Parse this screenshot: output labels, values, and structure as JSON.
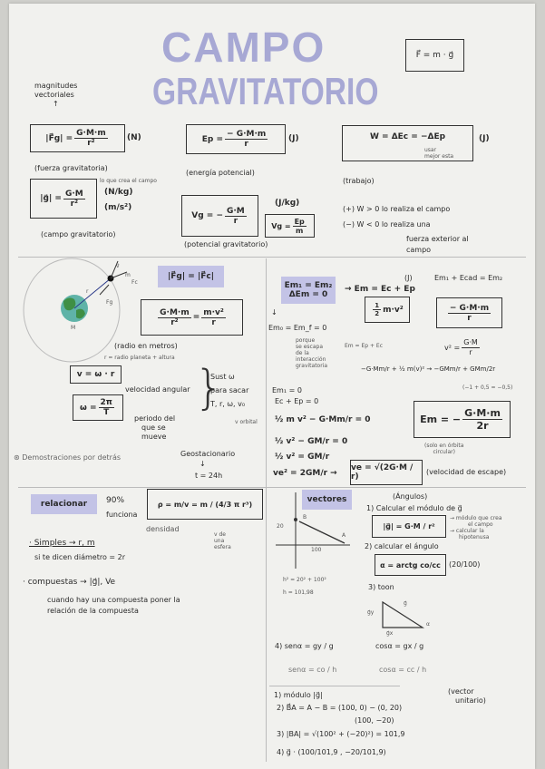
{
  "title": {
    "line1": "CAMPO",
    "line2": "GRAVITATORIO"
  },
  "colors": {
    "title": "#a7a8d4",
    "highlight": "#c3c3e6",
    "earth_land": "#3f8f45",
    "earth_water": "#5fb3a8",
    "ink": "#2a2a2a"
  },
  "corner_formula": "F⃗ = m · g⃗",
  "magnitudes": {
    "line1": "magnitudes",
    "line2": "vectoriales",
    "arrow": "↑"
  },
  "fg": {
    "lhs": "|F⃗g| =",
    "num": "G·M·m",
    "den": "r²",
    "unit": "(N)",
    "caption": "(fuerza gravitatoria)"
  },
  "ep": {
    "lhs": "Ep =",
    "num": "− G·M·m",
    "den": "r",
    "unit": "(J)",
    "caption": "(energía potencial)"
  },
  "w": {
    "formula": "W = ΔEc = −ΔEp",
    "note1": "usar",
    "note2": "mejor esta",
    "unit": "(J)",
    "caption": "(trabajo)"
  },
  "g": {
    "lhs": "|g⃗| =",
    "num": "G·M",
    "den": "r²",
    "note1": "lo que crea el",
    "note2": "campo",
    "unit1": "(N/kg)",
    "unit2": "(m/s²)",
    "caption": "(campo gravitatorio)"
  },
  "vg": {
    "lhs": "Vg = −",
    "num": "G·M",
    "den": "r",
    "unit": "(J/kg)",
    "alt_lhs": "Vg =",
    "alt_num": "Ep",
    "alt_den": "m",
    "caption": "(potencial gravitatorio)"
  },
  "work_sign": {
    "pos": "(+) W > 0   lo realiza el campo",
    "neg": "(−) W < 0   lo realiza una",
    "neg2": "fuerza exterior al",
    "neg3": "campo"
  },
  "orbit": {
    "m_label": "m",
    "M_label": "M",
    "r_label": "r",
    "fc_label": "Fc",
    "fg_label": "Fg",
    "v_label": "v⃗"
  },
  "fg_fc": {
    "label": "|F⃗g| = |F⃗c|",
    "lhs_num": "G·M·m",
    "lhs_den": "r²",
    "rhs_num": "m·v²",
    "rhs_den": "r",
    "note1": "(radio en metros)",
    "note2": "r = radio planeta + altura"
  },
  "angular": {
    "v_formula": "v = ω · r",
    "v_note": "velocidad angular",
    "w_lhs": "ω =",
    "w_num": "2π",
    "w_den": "T",
    "w_note1": "periodo del",
    "w_note2": "que se",
    "w_note3": "mueve"
  },
  "sust": {
    "l1": "Sust  ω",
    "l2": "para sacar",
    "l3": "T, r, ω, v₀",
    "l4": "v orbital"
  },
  "demos": "⊛ Demostraciones   por detrás",
  "geo": {
    "label": "Geostacionario",
    "arrow": "↓",
    "value": "t = 24h"
  },
  "energy": {
    "hl1": "Em₁ = Em₂",
    "hl2": "ΔEm = 0",
    "em_def": "→ Em = Ec + Ep",
    "unit": "(J)",
    "em_sum": "Em₁ + Ecad = Em₂",
    "kin_num": "1",
    "kin_den": "2",
    "kin_rest": "m·v²",
    "pot_num": "− G·M·m",
    "pot_den": "r",
    "arrow": "↓",
    "em0": "Em₀ = Em_f  = 0",
    "why1": "porque",
    "why2": "se escapa",
    "why3": "de la",
    "why4": "interacción",
    "why5": "gravitatoria",
    "em_eq": "Em = Ep + Ec",
    "v2": "v² =",
    "v2_num": "G·M",
    "v2_den": "r",
    "expr": "−G·Mm/r  +  ½ m(v)²  →  −GMm/r + GMm/2r",
    "calc": "(−1 + 0,5 = −0,5)",
    "result_lhs": "Em = −",
    "result_num": "G·M·m",
    "result_den": "2r",
    "result_note1": "(solo en órbita",
    "result_note2": "circular)"
  },
  "escape": {
    "s1": "Em₁ = 0",
    "s2": "Ec + Ep = 0",
    "s3": "½ m v² − G·Mm/r = 0",
    "s4": "½ v² − GM/r = 0",
    "s5": "½ v² = GM/r",
    "s6": "ve² = 2GM/r →",
    "box": "ve = √(2G·M / r)",
    "caption": "(velocidad de escape)"
  },
  "density": {
    "hl": "relacionar",
    "pct": "90%",
    "works": "funciona",
    "formula": "ρ = m/v = m / (4/3 π r³)",
    "density_label": "densidad",
    "sphere1": "v de",
    "sphere2": "una",
    "sphere3": "esfera",
    "simple": "· Simples → r, m",
    "diam": "si te dicen diámetro = 2r",
    "comp": "· compuestas → |g⃗|, Ve",
    "comp_note1": "cuando hay una compuesta poner la",
    "comp_note2": "relación de la compuesta"
  },
  "vectors": {
    "hl": "vectores",
    "angles": "(Ángulos)",
    "graph_y": "20",
    "graph_x": "100",
    "pointA": "A",
    "pointB": "B",
    "step1": "1) Calcular el módulo de g⃗",
    "g_box": "|g⃗| = G·M / r²",
    "g_note1": "→ módulo que crea",
    "g_note2": "el campo",
    "g_note3": "→ calcular la",
    "g_note4": "hipotenusa",
    "step2": "2) calcular el ángulo",
    "alpha_box": "α = arctg co/cc",
    "alpha_val": "(20/100)",
    "h1": "h² = 20² + 100²",
    "h2": "h = 101,98",
    "step3": "3) toon",
    "tri_gy": "g⃗y",
    "tri_gx": "g⃗x",
    "tri_g": "g⃗",
    "tri_a": "α",
    "step4_sin": "4)  senα = gy / g",
    "step4_cos": "cosα = gx / g",
    "sin2": "senα = co / h",
    "cos2": "cosα = cc / h",
    "b1": "1) módulo |g⃗|",
    "b_note1": "(vector",
    "b_note2": "unitario)",
    "b2": "2) B⃗A = A − B = (100, 0) − (0, 20)",
    "b2b": "(100, −20)",
    "b3": "3)  |BA| = √(100² + (−20)²) = 101,9",
    "b4": "4)  g⃗ · (100/101,9 , −20/101,9)"
  }
}
